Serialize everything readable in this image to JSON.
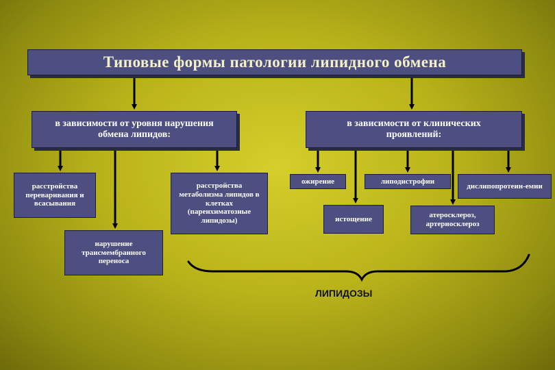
{
  "title": "Типовые формы патологии липидного обмена",
  "categories": {
    "left": "в зависимости от уровня нарушения обмена липидов:",
    "right": "в зависимости от клинических проявлений:"
  },
  "left_items": {
    "digestion": "расстройства переваривания и всасывания",
    "transmembrane": "нарушение трансмембранного переноса",
    "metabolism": "расстройства метаболизма липидов в клетках (паренхиматозные липидозы)"
  },
  "right_items": {
    "obesity": "ожирение",
    "exhaustion": "истощение",
    "lipodystrophy": "липодистрофии",
    "atherosclerosis": "атеросклероз, артериосклероз",
    "dyslipoproteinemia": "дислипопротеин-емии"
  },
  "group_label": "ЛИПИДОЗЫ"
}
